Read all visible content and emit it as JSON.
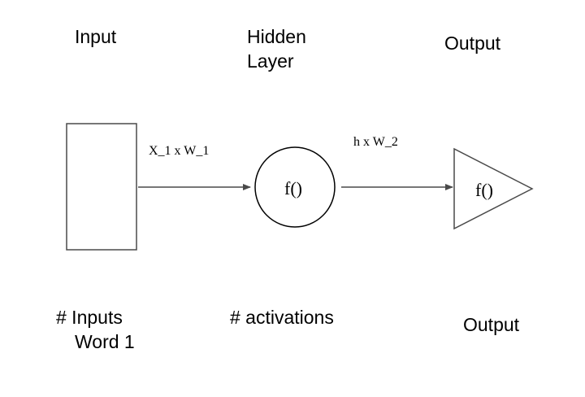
{
  "columns": {
    "input_header": "Input",
    "hidden_header_line1": "Hidden",
    "hidden_header_line2": "Layer",
    "output_header": "Output"
  },
  "edges": {
    "input_to_hidden": "X_1 x W_1",
    "hidden_to_output": "h x W_2"
  },
  "nodes": {
    "hidden_function": "f()",
    "output_function": "f()"
  },
  "footers": {
    "input_line1": "# Inputs",
    "input_line2": "Word 1",
    "hidden": "# activations",
    "output": "Output"
  }
}
